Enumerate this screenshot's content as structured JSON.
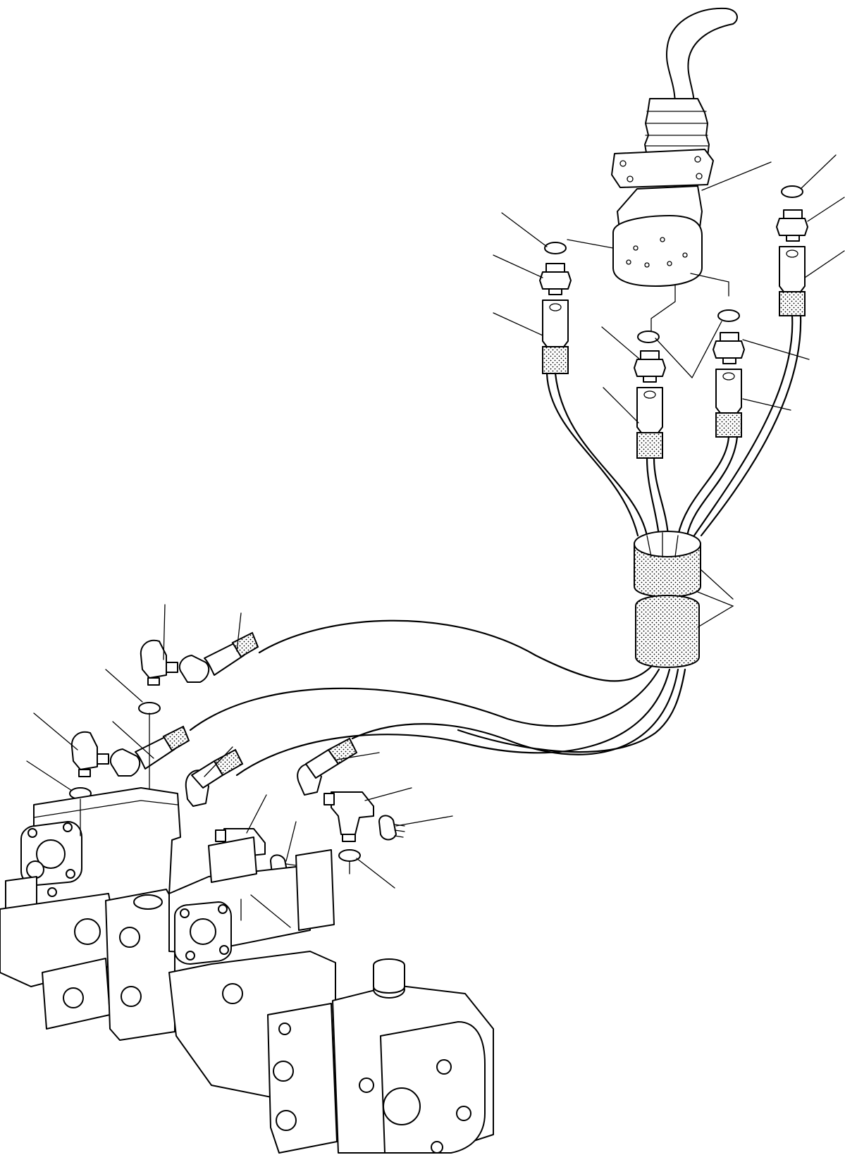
{
  "drawing": {
    "callout_count": 27,
    "colors": {
      "ink": "#000000",
      "paper": "#ffffff"
    },
    "parts": [
      "joystick-lever",
      "joystick-boot",
      "joystick-base-valve",
      "o-ring",
      "adapter-fitting",
      "hose-end",
      "hose-protector-sleeve",
      "elbow-fitting",
      "tee-fitting",
      "pressure-sensor",
      "pump-valve-assembly"
    ]
  }
}
